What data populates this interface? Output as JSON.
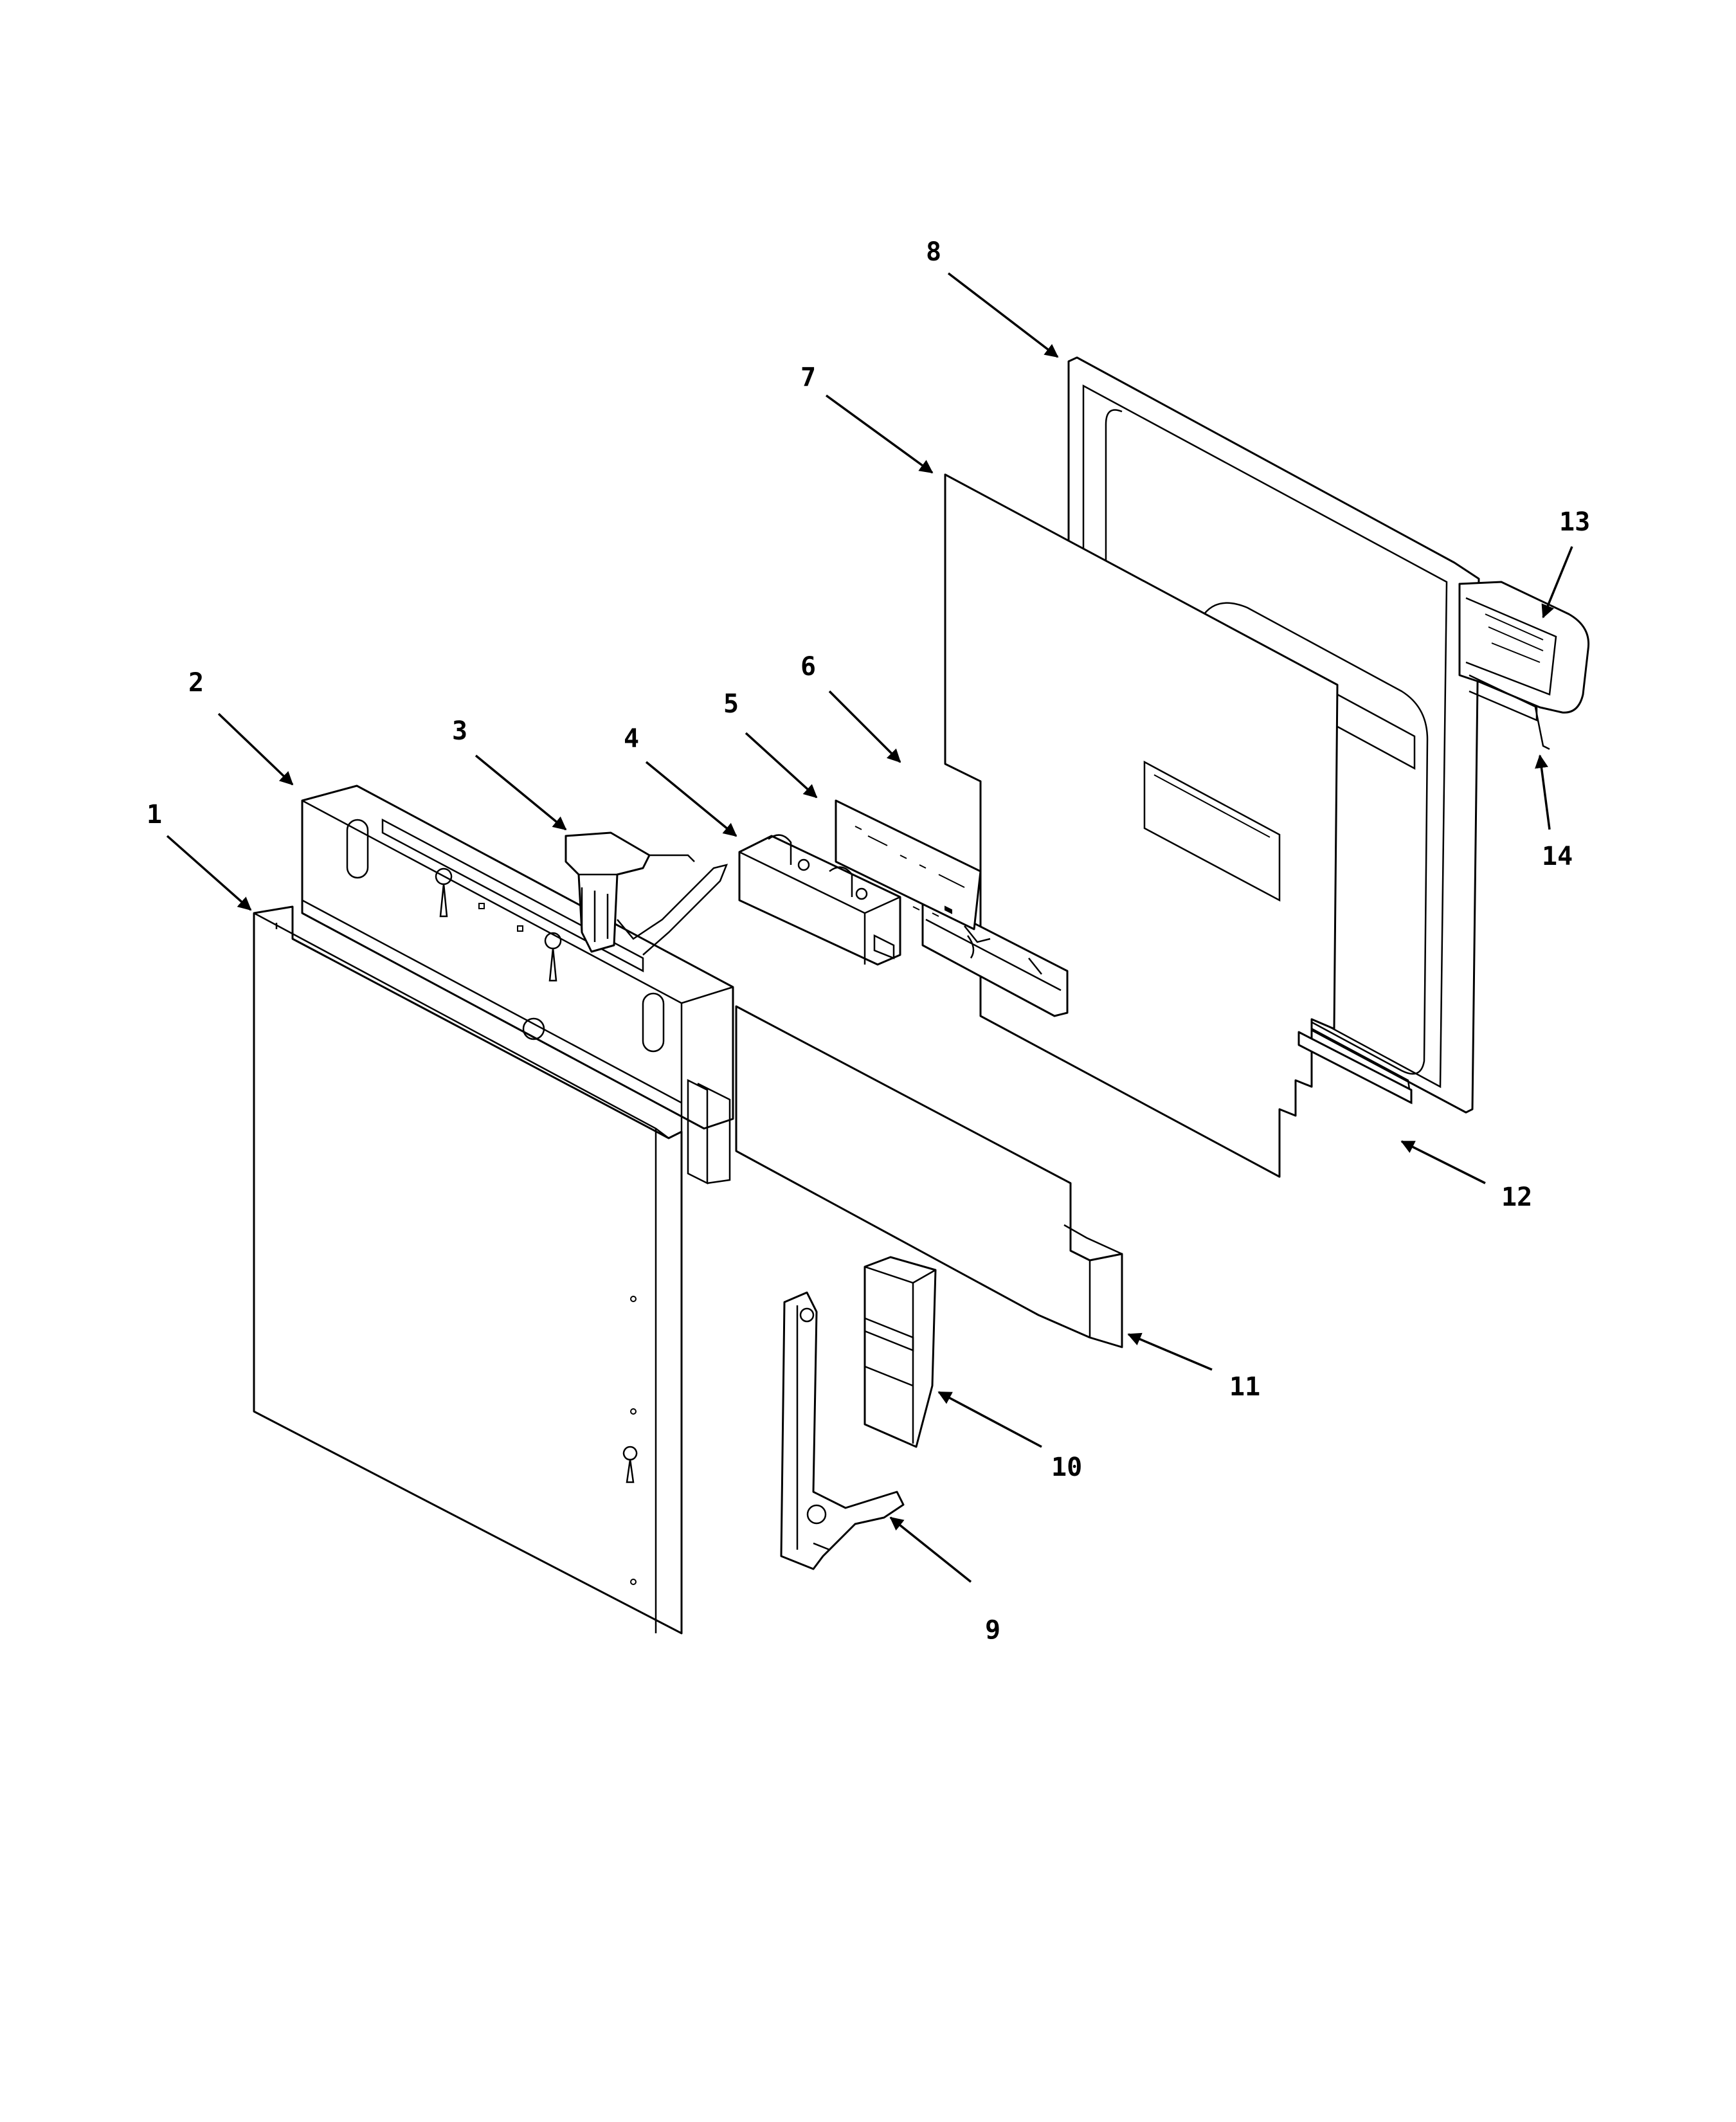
{
  "diagram": {
    "callouts": [
      {
        "id": "1",
        "label": "1"
      },
      {
        "id": "2",
        "label": "2"
      },
      {
        "id": "3",
        "label": "3"
      },
      {
        "id": "4",
        "label": "4"
      },
      {
        "id": "5",
        "label": "5"
      },
      {
        "id": "6",
        "label": "6"
      },
      {
        "id": "7",
        "label": "7"
      },
      {
        "id": "8",
        "label": "8"
      },
      {
        "id": "9",
        "label": "9"
      },
      {
        "id": "10",
        "label": "10"
      },
      {
        "id": "11",
        "label": "11"
      },
      {
        "id": "12",
        "label": "12"
      },
      {
        "id": "13",
        "label": "13"
      },
      {
        "id": "14",
        "label": "14"
      }
    ]
  },
  "colors": {
    "line": "#000000",
    "background": "#ffffff"
  }
}
